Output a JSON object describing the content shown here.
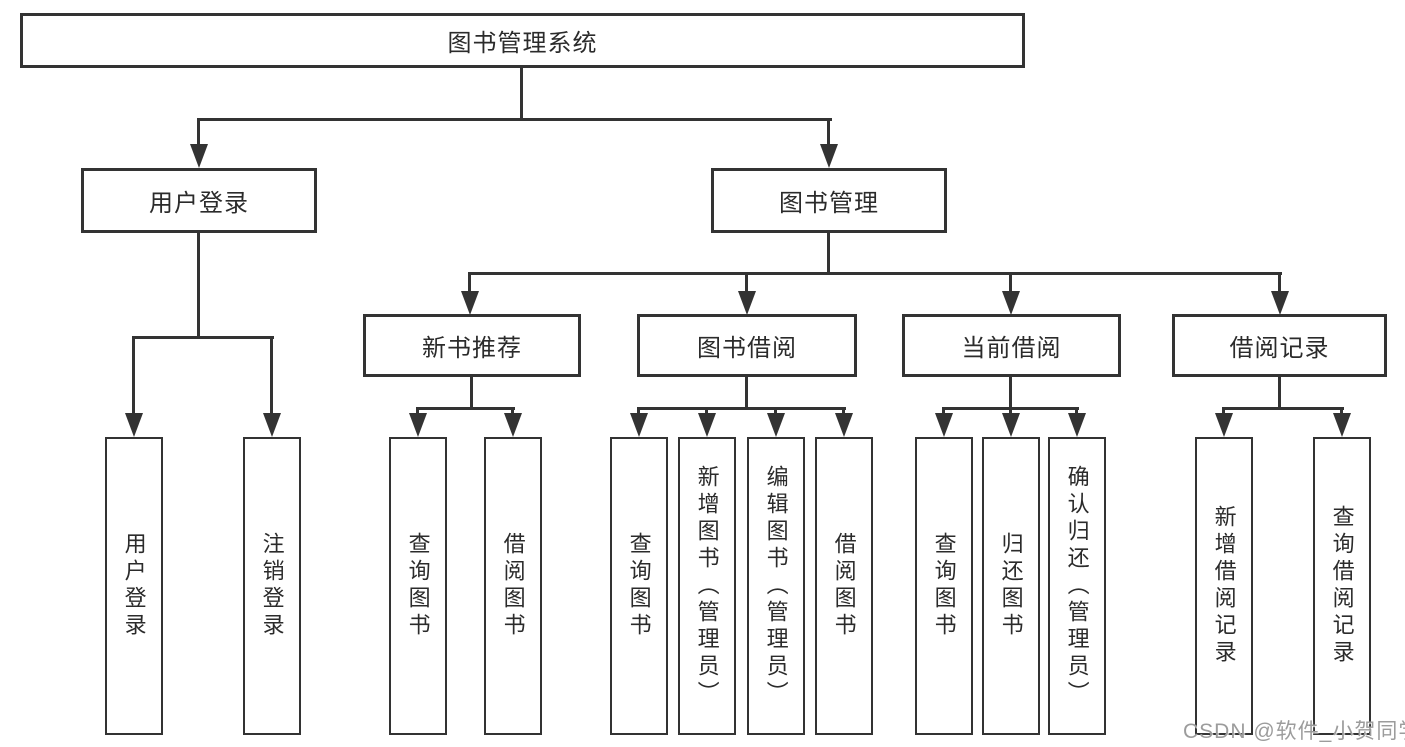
{
  "tree": {
    "label": "图书管理系统",
    "children": [
      {
        "label": "用户登录",
        "children": [
          {
            "label": "用户登录"
          },
          {
            "label": "注销登录"
          }
        ]
      },
      {
        "label": "图书管理",
        "children": [
          {
            "label": "新书推荐",
            "children": [
              {
                "label": "查询图书"
              },
              {
                "label": "借阅图书"
              }
            ]
          },
          {
            "label": "图书借阅",
            "children": [
              {
                "label": "查询图书"
              },
              {
                "label": "新增图书（管理员）"
              },
              {
                "label": "编辑图书（管理员）"
              },
              {
                "label": "借阅图书"
              }
            ]
          },
          {
            "label": "当前借阅",
            "children": [
              {
                "label": "查询图书"
              },
              {
                "label": "归还图书"
              },
              {
                "label": "确认归还（管理员）"
              }
            ]
          },
          {
            "label": "借阅记录",
            "children": [
              {
                "label": "新增借阅记录"
              },
              {
                "label": "查询借阅记录"
              }
            ]
          }
        ]
      }
    ]
  },
  "watermark": {
    "text": "CSDN @软件_小贺同学"
  },
  "colors": {
    "line": "#333333",
    "text": "#2b2b2b",
    "watermark": "#9c9c9c",
    "background": "#ffffff"
  }
}
